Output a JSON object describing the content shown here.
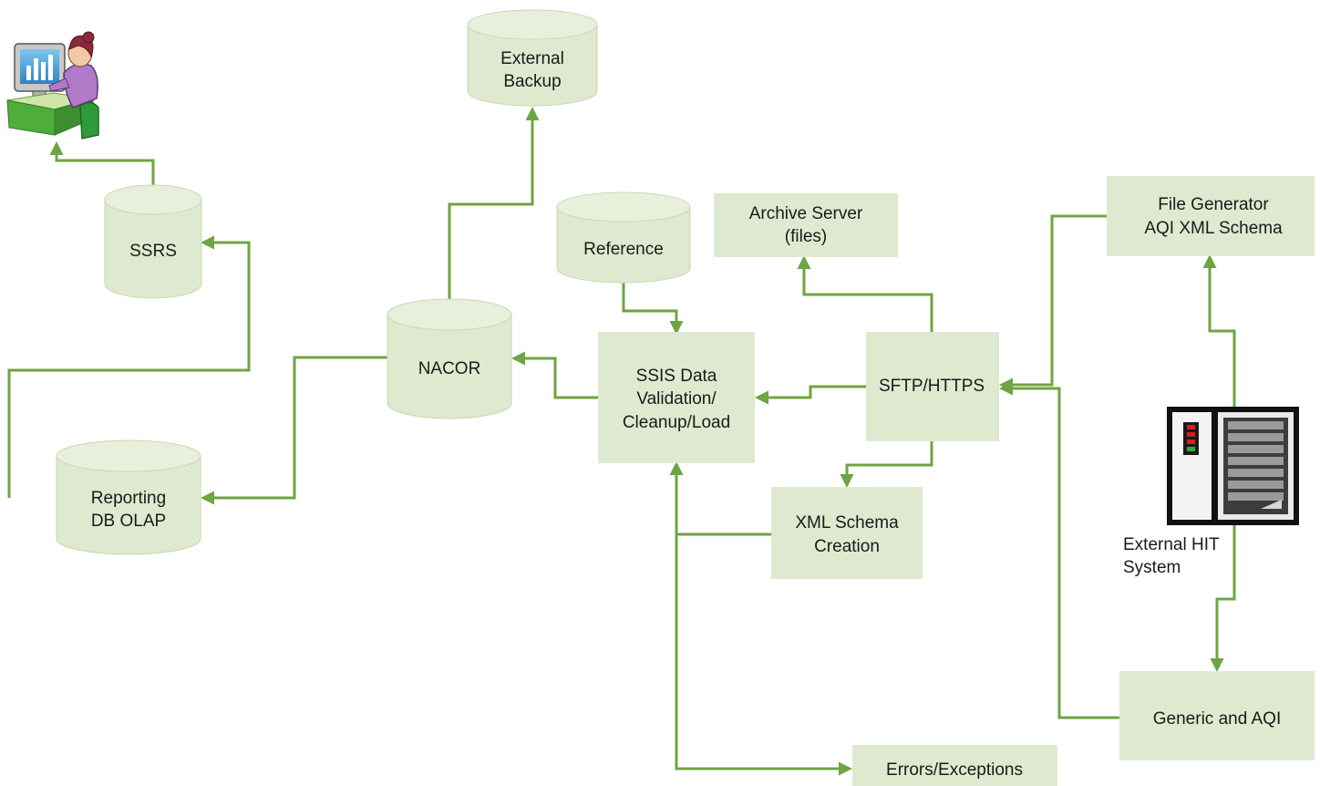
{
  "nodes": {
    "external_backup": [
      "External",
      "Backup"
    ],
    "ssrs": [
      "SSRS"
    ],
    "reference": [
      "Reference"
    ],
    "archive_server": [
      "Archive Server",
      "(files)"
    ],
    "file_generator": [
      "File Generator",
      "AQI XML Schema"
    ],
    "nacor": [
      "NACOR"
    ],
    "ssis": [
      "SSIS Data",
      "Validation/",
      "Cleanup/Load"
    ],
    "sftp": [
      "SFTP/HTTPS"
    ],
    "reporting_db": [
      "Reporting",
      "DB OLAP"
    ],
    "xml_schema": [
      "XML Schema",
      "Creation"
    ],
    "external_hit": [
      "External HIT",
      "System"
    ],
    "generic_aqi": [
      "Generic and AQI"
    ],
    "errors": [
      "Errors/Exceptions"
    ]
  },
  "colors": {
    "node_fill": "#dfe9cf",
    "node_edge": "#c9d8b3",
    "arrow": "#6fa442"
  },
  "icons": {
    "user": "user-at-computer-icon",
    "server": "server-rack-icon"
  }
}
